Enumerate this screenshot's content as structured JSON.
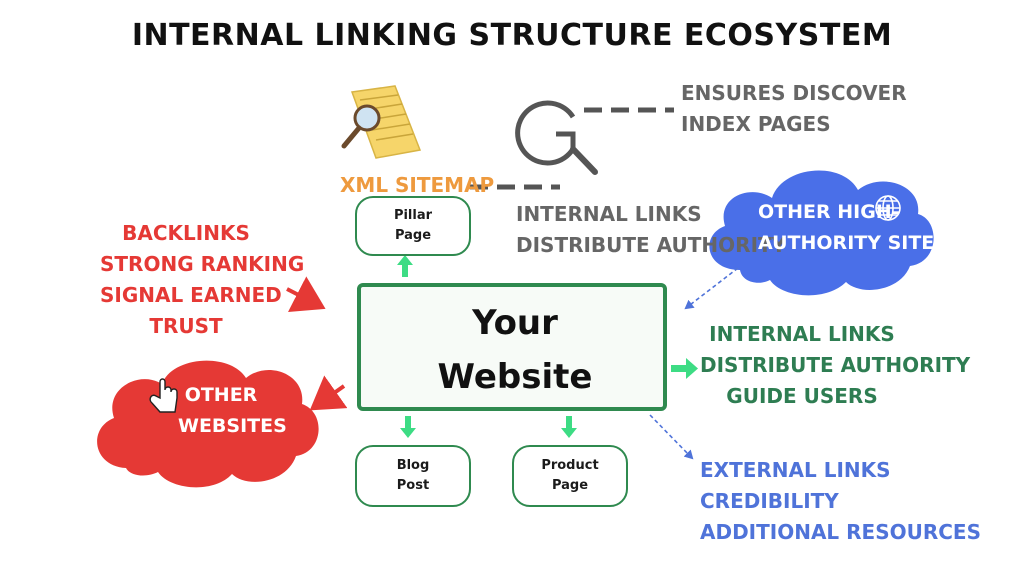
{
  "title": "INTERNAL LINKING STRUCTURE ECOSYSTEM",
  "google_note": {
    "line1": "ENSURES DISCOVER",
    "line2": "INDEX PAGES"
  },
  "sitemap": {
    "label": "XML SITEMAP"
  },
  "internal_links_top": {
    "line1": "INTERNAL LINKS",
    "line2": "DISTRIBUTE AUTHORITY"
  },
  "backlinks": {
    "line1": "BACKLINKS",
    "line2": "STRONG RANKING",
    "line3": "SIGNAL EARNED",
    "line4": "TRUST"
  },
  "main_node": {
    "line1": "Your",
    "line2": "Website"
  },
  "nodes": {
    "pillar": {
      "line1": "Pillar",
      "line2": "Page"
    },
    "blog": {
      "line1": "Blog",
      "line2": "Post"
    },
    "product": {
      "line1": "Product",
      "line2": "Page"
    }
  },
  "cloud_other_high": {
    "line1": "OTHER HIGH-",
    "line2": "AUTHORITY SITE"
  },
  "cloud_other_sites": {
    "line1": "OTHER",
    "line2": "WEBSITES"
  },
  "internal_links_right": {
    "line1": "INTERNAL LINKS",
    "line2": "DISTRIBUTE AUTHORITY",
    "line3": "GUIDE USERS"
  },
  "external_links": {
    "line1": "EXTERNAL LINKS",
    "line2": "CREDIBILITY",
    "line3": "ADDITIONAL RESOURCES"
  },
  "colors": {
    "green": "#2f8a4f",
    "arrow_green": "#3ddc84",
    "red": "#e53935",
    "blue": "#4f73d9",
    "gray": "#666666",
    "orange": "#ee9a3e"
  },
  "icons": [
    "document-magnifier-icon",
    "google-search-icon",
    "globe-icon",
    "house-icon",
    "hand-pointer-icon"
  ]
}
